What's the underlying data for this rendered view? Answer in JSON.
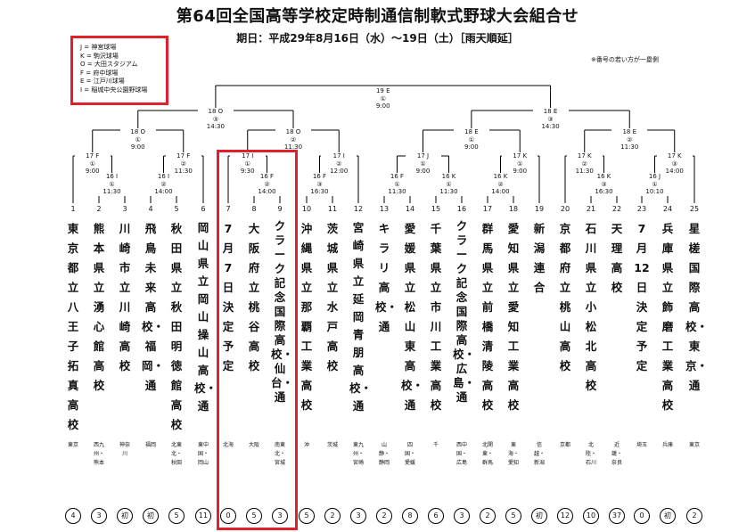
{
  "title": "第64回全国高等学校定時制通信制軟式野球大会組合せ",
  "subtitle": "期日：平成29年8月16日（水）〜19日（土）［雨天順延］",
  "note": "※番号の若い方が一塁側",
  "legend": [
    "J = 神宮球場",
    "K = 駒沢球場",
    "O = 大田スタジアム",
    "F = 府中球場",
    "E = 江戸川球場",
    "I = 稲城中央公園野球場"
  ],
  "colors": {
    "highlight": "#e0212b",
    "line": "#000000"
  },
  "games": [
    {
      "id": "final",
      "lines": [
        "19 E",
        "①",
        "9:00"
      ]
    },
    {
      "id": "sf1",
      "lines": [
        "18 O",
        "③",
        "14:30"
      ]
    },
    {
      "id": "sf2",
      "lines": [
        "18 E",
        "③",
        "14:30"
      ]
    },
    {
      "id": "qf1",
      "lines": [
        "18 O",
        "①",
        "9:00"
      ]
    },
    {
      "id": "qf2",
      "lines": [
        "18 O",
        "②",
        "11:30"
      ]
    },
    {
      "id": "qf3",
      "lines": [
        "18 E",
        "①",
        "9:00"
      ]
    },
    {
      "id": "qf4",
      "lines": [
        "18 E",
        "②",
        "11:30"
      ]
    },
    {
      "id": "r16_1",
      "lines": [
        "17 F",
        "①",
        "9:00"
      ]
    },
    {
      "id": "r16_2",
      "lines": [
        "17 F",
        "②",
        "11:30"
      ]
    },
    {
      "id": "r16_3",
      "lines": [
        "17 I",
        "①",
        "9:30"
      ]
    },
    {
      "id": "r16_4",
      "lines": [
        "17 I",
        "②",
        "12:00"
      ]
    },
    {
      "id": "r16_5",
      "lines": [
        "17 J",
        "①",
        "9:00"
      ]
    },
    {
      "id": "r16_6",
      "lines": [
        "17 K",
        "①",
        "9:00"
      ]
    },
    {
      "id": "r16_7",
      "lines": [
        "17 K",
        "②",
        "11:30"
      ]
    },
    {
      "id": "r16_8",
      "lines": [
        "17 K",
        "③",
        "14:00"
      ]
    },
    {
      "id": "r1_a",
      "lines": [
        "16 I",
        "①",
        "11:30"
      ]
    },
    {
      "id": "r1_b",
      "lines": [
        "16 I",
        "②",
        "14:00"
      ]
    },
    {
      "id": "r1_c",
      "lines": [
        "16 F",
        "②",
        "14:00"
      ]
    },
    {
      "id": "r1_d",
      "lines": [
        "16 F",
        "③",
        "16:30"
      ]
    },
    {
      "id": "r1_e",
      "lines": [
        "16 F",
        "①",
        "11:30"
      ]
    },
    {
      "id": "r1_f",
      "lines": [
        "16 K",
        "①",
        "11:30"
      ]
    },
    {
      "id": "r1_g",
      "lines": [
        "16 K",
        "②",
        "14:00"
      ]
    },
    {
      "id": "r1_h",
      "lines": [
        "16 K",
        "③",
        "16:30"
      ]
    },
    {
      "id": "r1_i",
      "lines": [
        "16 J",
        "①",
        "10:10"
      ]
    }
  ],
  "teams": [
    {
      "no": "1",
      "name": "東京都立八王子拓真高校",
      "region": "東京",
      "appearances": "4"
    },
    {
      "no": "2",
      "name": "熊本県立湧心館高校",
      "region": "西九州・熊本",
      "appearances": "3"
    },
    {
      "no": "3",
      "name": "川崎市立川崎高校",
      "region": "神奈川",
      "appearances": "初"
    },
    {
      "no": "4",
      "name": "飛鳥未来高校・福岡・通",
      "region": "福岡",
      "appearances": "初"
    },
    {
      "no": "5",
      "name": "秋田県立秋田明徳館高校",
      "region": "北東北・秋田",
      "appearances": "5"
    },
    {
      "no": "6",
      "name": "岡山県立岡山操山高校・通",
      "region": "東中国・岡山",
      "appearances": "11"
    },
    {
      "no": "7",
      "name": "7月7日決定予定",
      "region": "北海",
      "appearances": "0"
    },
    {
      "no": "8",
      "name": "大阪府立桃谷高校",
      "region": "大阪",
      "appearances": "5"
    },
    {
      "no": "9",
      "name": "クラーク記念国際高校・仙台・通",
      "region": "南東北・宮城",
      "appearances": "3"
    },
    {
      "no": "10",
      "name": "沖縄県立那覇工業高校",
      "region": "沖",
      "appearances": "5"
    },
    {
      "no": "11",
      "name": "茨城県立水戸高校",
      "region": "茨城",
      "appearances": "2"
    },
    {
      "no": "12",
      "name": "宮崎県立延岡青朋高校・通",
      "region": "東九州・宮崎",
      "appearances": "3"
    },
    {
      "no": "13",
      "name": "キラリ高校・通",
      "region": "山静・静岡",
      "appearances": "2"
    },
    {
      "no": "14",
      "name": "愛媛県立松山東高校・通",
      "region": "四国・愛媛",
      "appearances": "8"
    },
    {
      "no": "15",
      "name": "千葉県立市川工業高校",
      "region": "千",
      "appearances": "6"
    },
    {
      "no": "16",
      "name": "クラーク記念国際高校・広島・通",
      "region": "西中国・広島",
      "appearances": "3"
    },
    {
      "no": "17",
      "name": "群馬県立前橋清陵高校",
      "region": "北関東・群馬",
      "appearances": "2"
    },
    {
      "no": "18",
      "name": "愛知県立愛知工業高校",
      "region": "東海・愛知",
      "appearances": "5"
    },
    {
      "no": "19",
      "name": "新潟連合",
      "region": "信越・新潟",
      "appearances": "初"
    },
    {
      "no": "20",
      "name": "京都府立桃山高校",
      "region": "京都",
      "appearances": "12"
    },
    {
      "no": "21",
      "name": "石川県立小松北高校",
      "region": "北陸・石川",
      "appearances": "10"
    },
    {
      "no": "22",
      "name": "天理高校",
      "region": "近畿・奈良",
      "appearances": "37"
    },
    {
      "no": "23",
      "name": "7月12日決定予定",
      "region": "埼玉",
      "appearances": "0"
    },
    {
      "no": "24",
      "name": "兵庫県立飾磨工業高校",
      "region": "兵庫",
      "appearances": "初"
    },
    {
      "no": "25",
      "name": "星槎国際高校・東京・通",
      "region": "東京",
      "appearances": "2"
    }
  ]
}
